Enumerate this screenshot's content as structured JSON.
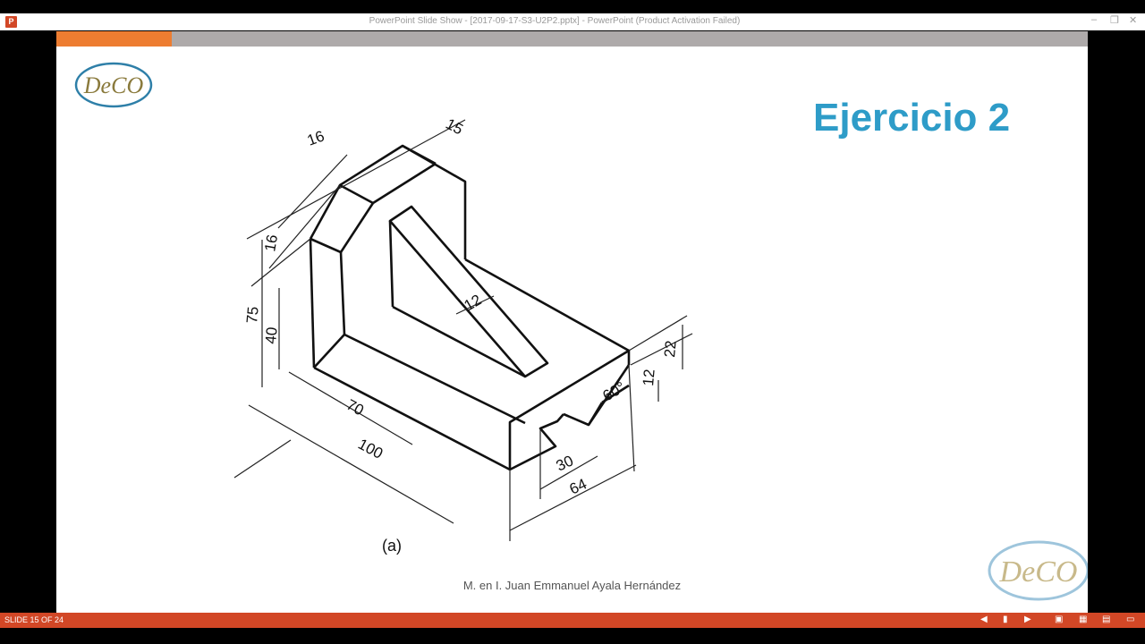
{
  "window": {
    "app_icon": "P",
    "title": "PowerPoint Slide Show - [2017-09-17-S3-U2P2.pptx] - PowerPoint (Product Activation Failed)",
    "minimize_glyph": "–",
    "restore_glyph": "❐",
    "close_glyph": "✕"
  },
  "slide": {
    "heading": "Ejercicio 2",
    "author": "M. en I. Juan Emmanuel Ayala Hernández",
    "logo_text": "DeCO",
    "drawing": {
      "caption": "(a)",
      "dimensions": [
        "16",
        "15",
        "16",
        "75",
        "40",
        "12",
        "70",
        "100",
        "22",
        "12",
        "60°",
        "30",
        "64"
      ]
    },
    "colors": {
      "accent_orange": "#ed7d31",
      "heading_blue": "#2e9cc8",
      "statusbar": "#d24726"
    }
  },
  "statusbar": {
    "slide_counter": "SLIDE 15 OF 24",
    "icons": [
      "previous-icon",
      "notes-icon",
      "next-icon",
      "normal-view-icon",
      "slide-sorter-icon",
      "reading-view-icon",
      "slideshow-icon"
    ]
  }
}
